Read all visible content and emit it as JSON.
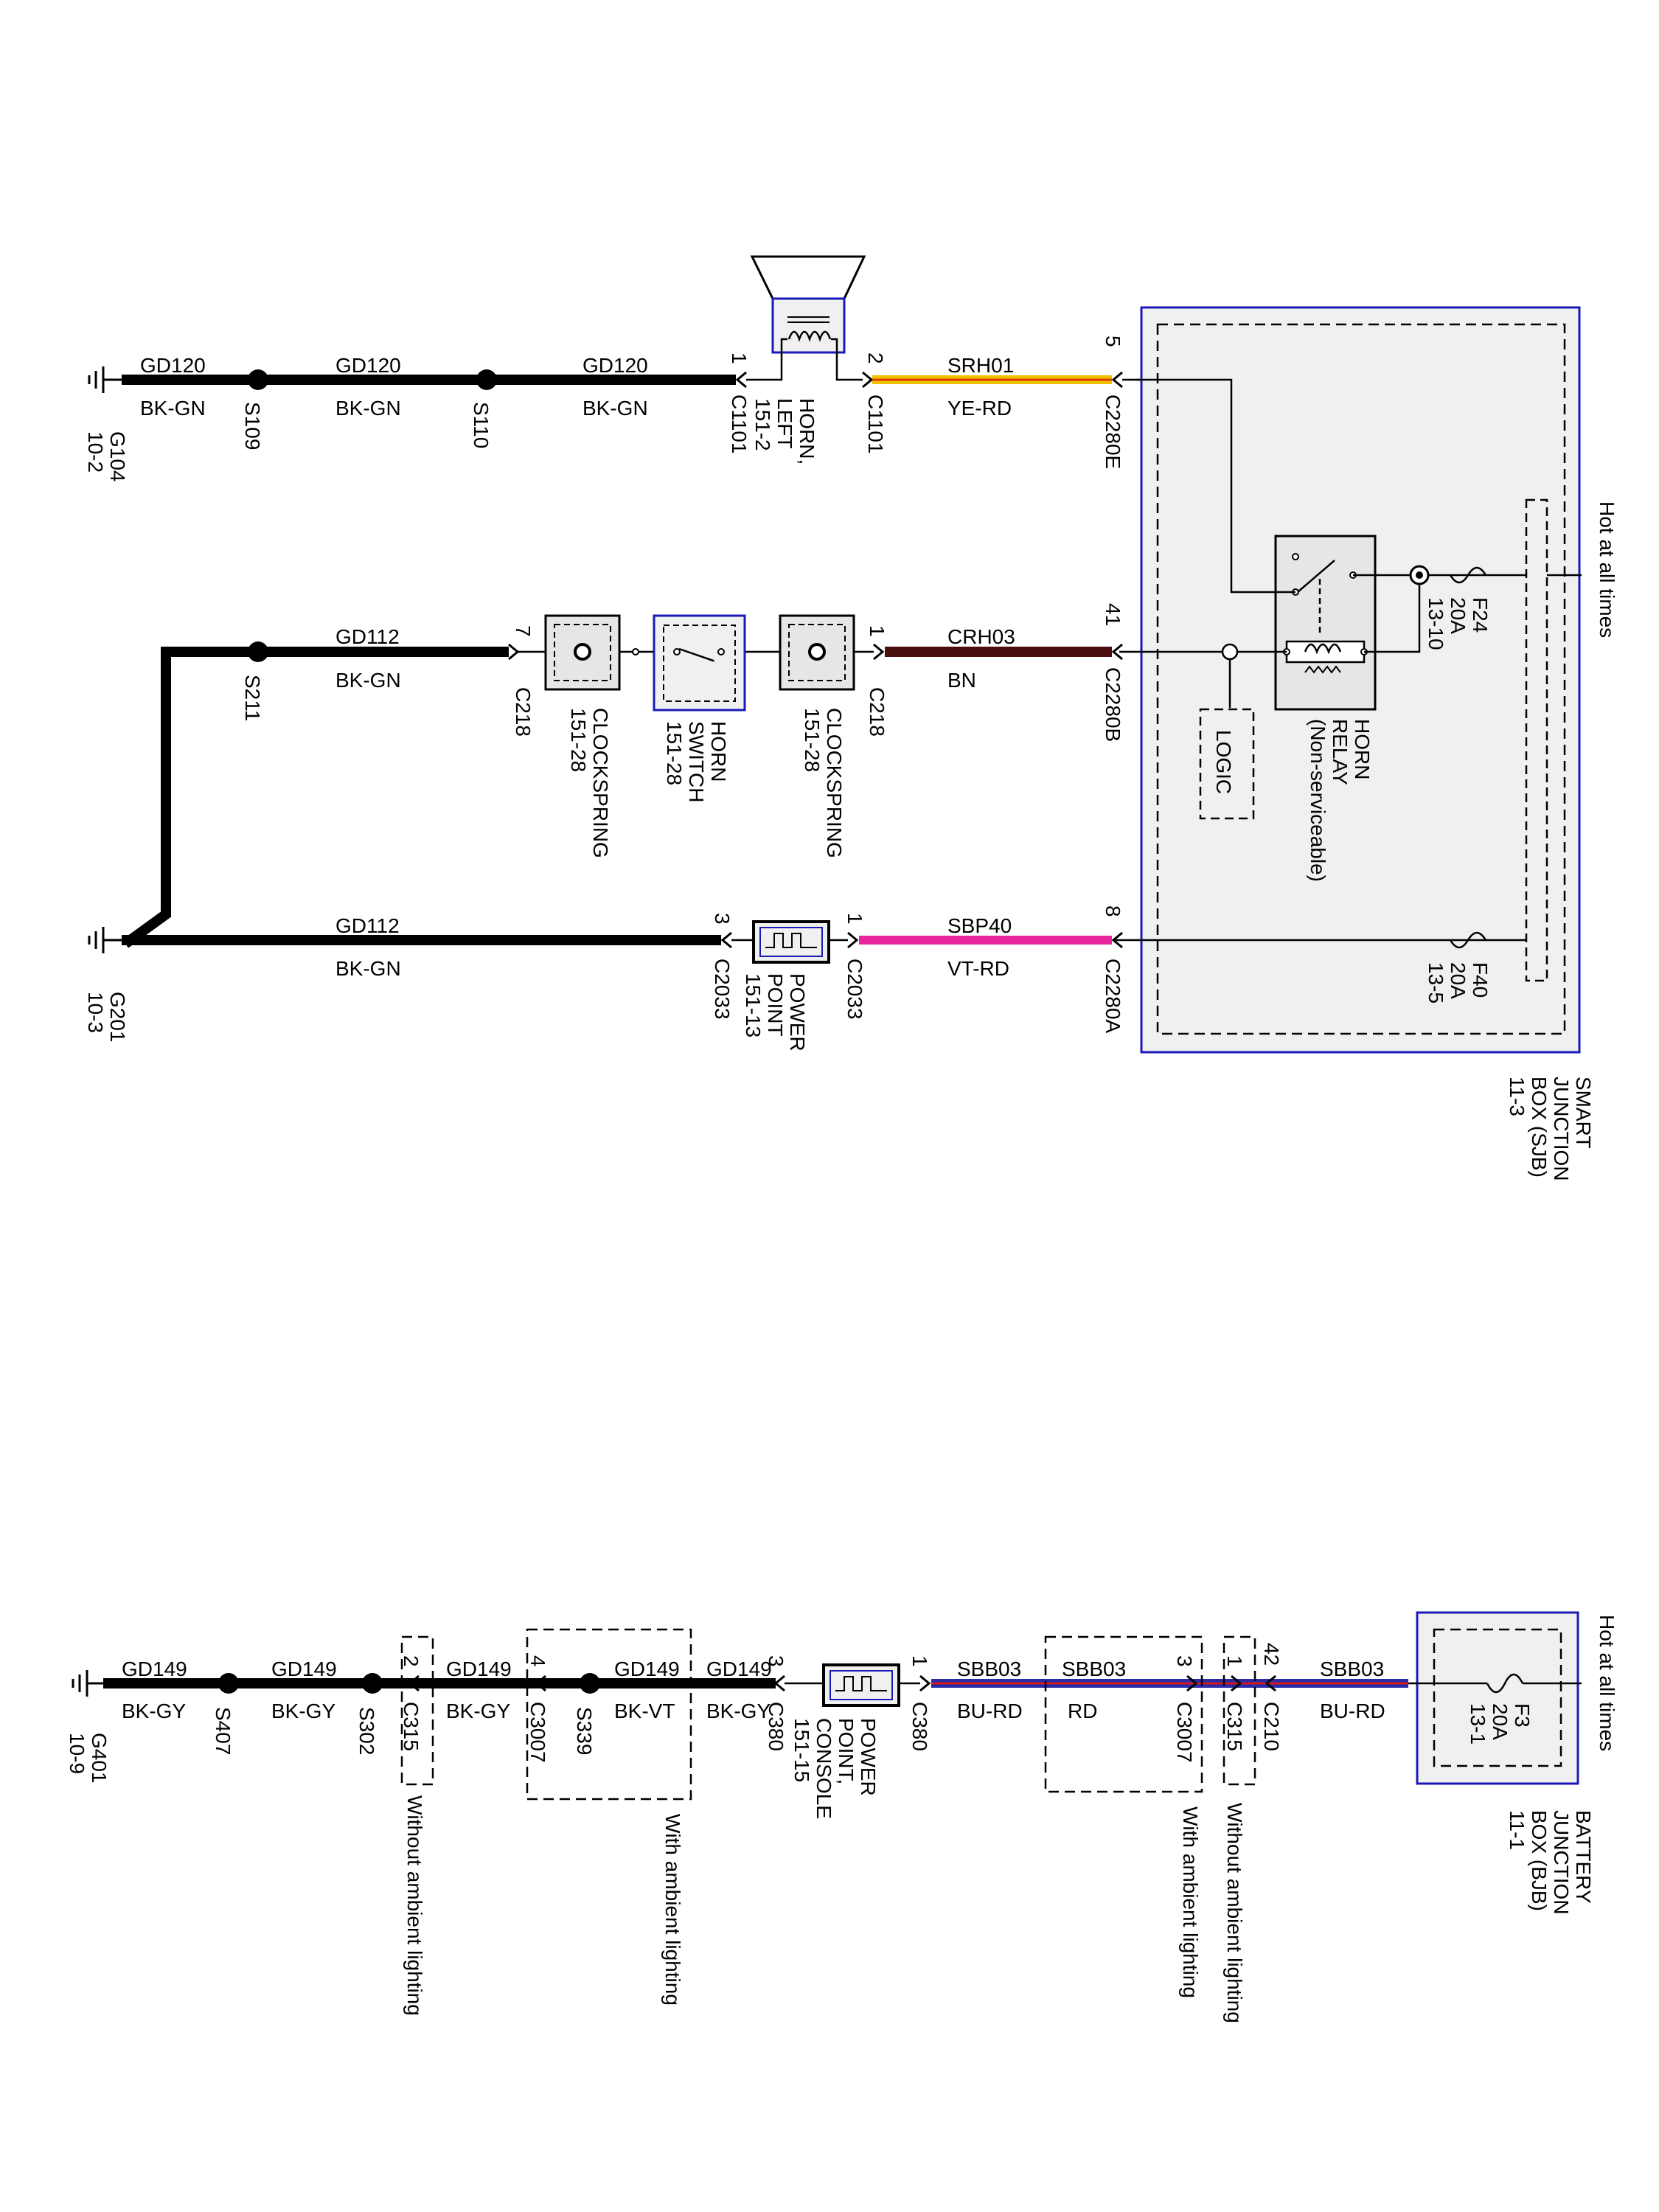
{
  "colors": {
    "wire_black": "#000000",
    "wire_yellow_red_main": "#f2c200",
    "wire_yellow_red_stripe": "#e03c00",
    "wire_brown": "#4a0e0e",
    "wire_violet_red": "#e6259a",
    "wire_blue_red_main": "#2a2aa8",
    "wire_blue_red_stripe": "#d01818",
    "module_fill": "#f0f0f0",
    "module_border": "#1a1ab8"
  },
  "top": {
    "sjb": {
      "name": "SMART\nJUNCTION\nBOX (SJB)\n11-3",
      "hot": "Hot at all times"
    },
    "fuse_f24": "F24\n20A\n13-10",
    "fuse_f40": "F40\n20A\n13-5",
    "relay": "HORN\nRELAY\n(Non-serviceable)",
    "logic": "LOGIC",
    "row1": {
      "ground": "G104\n10-2",
      "seg1_circuit": "GD120",
      "seg1_color": "BK-GN",
      "splice1": "S109",
      "seg2_circuit": "GD120",
      "seg2_color": "BK-GN",
      "splice2": "S110",
      "seg3_circuit": "GD120",
      "seg3_color": "BK-GN",
      "pin_left": "1",
      "conn_left": "C1101",
      "horn": "HORN,\nLEFT\n151-2",
      "pin_right": "2",
      "conn_right": "C1101",
      "seg4_circuit": "SRH01",
      "seg4_color": "YE-RD",
      "pin_sjb": "5",
      "conn_sjb": "C2280E"
    },
    "row2": {
      "splice": "S211",
      "seg1_circuit": "GD112",
      "seg1_color": "BK-GN",
      "pin_left": "7",
      "conn_left": "C218",
      "clockspring1": "CLOCKSPRING\n151-28",
      "horn_switch": "HORN\nSWITCH\n151-28",
      "clockspring2": "CLOCKSPRING\n151-28",
      "pin_right": "1",
      "conn_right": "C218",
      "seg2_circuit": "CRH03",
      "seg2_color": "BN",
      "pin_sjb": "41",
      "conn_sjb": "C2280B"
    },
    "row3": {
      "ground": "G201\n10-3",
      "seg1_circuit": "GD112",
      "seg1_color": "BK-GN",
      "pin_left": "3",
      "conn_left": "C2033",
      "power_point": "POWER\nPOINT\n151-13",
      "pin_right": "1",
      "conn_right": "C2033",
      "seg2_circuit": "SBP40",
      "seg2_color": "VT-RD",
      "pin_sjb": "8",
      "conn_sjb": "C2280A"
    }
  },
  "bottom": {
    "bjb": {
      "name": "BATTERY\nJUNCTION\nBOX (BJB)\n11-1",
      "hot": "Hot at all times"
    },
    "fuse_f3": "F3\n20A\n13-1",
    "ground": "G401\n10-9",
    "seg1_circuit": "GD149",
    "seg1_color": "BK-GY",
    "splice1": "S407",
    "seg2_circuit": "GD149",
    "seg2_color": "BK-GY",
    "splice2": "S302",
    "c315_left_pin": "2",
    "c315_left": "C315",
    "seg3_circuit": "GD149",
    "seg3_color": "BK-GY",
    "c3007_left_pin": "4",
    "c3007_left": "C3007",
    "splice3": "S339",
    "seg4_circuit": "GD149",
    "seg4_color": "BK-VT",
    "seg5_circuit": "GD149",
    "seg5_color": "BK-GY",
    "c380_left_pin": "3",
    "c380_left": "C380",
    "power_point": "POWER\nPOINT,\nCONSOLE\n151-15",
    "c380_right_pin": "1",
    "c380_right": "C380",
    "seg6_circuit": "SBB03",
    "seg6_color": "BU-RD",
    "seg7_circuit": "SBB03",
    "seg7_color": "RD",
    "c3007_right_pin": "3",
    "c3007_right": "C3007",
    "c315_right_pin": "1",
    "c315_right": "C315",
    "c210_pin": "42",
    "c210": "C210",
    "seg8_circuit": "SBB03",
    "seg8_color": "BU-RD",
    "note_without_left": "Without ambient lighting",
    "note_with_left": "With ambient lighting",
    "note_with_right": "With ambient lighting",
    "note_without_right": "Without ambient lighting"
  }
}
